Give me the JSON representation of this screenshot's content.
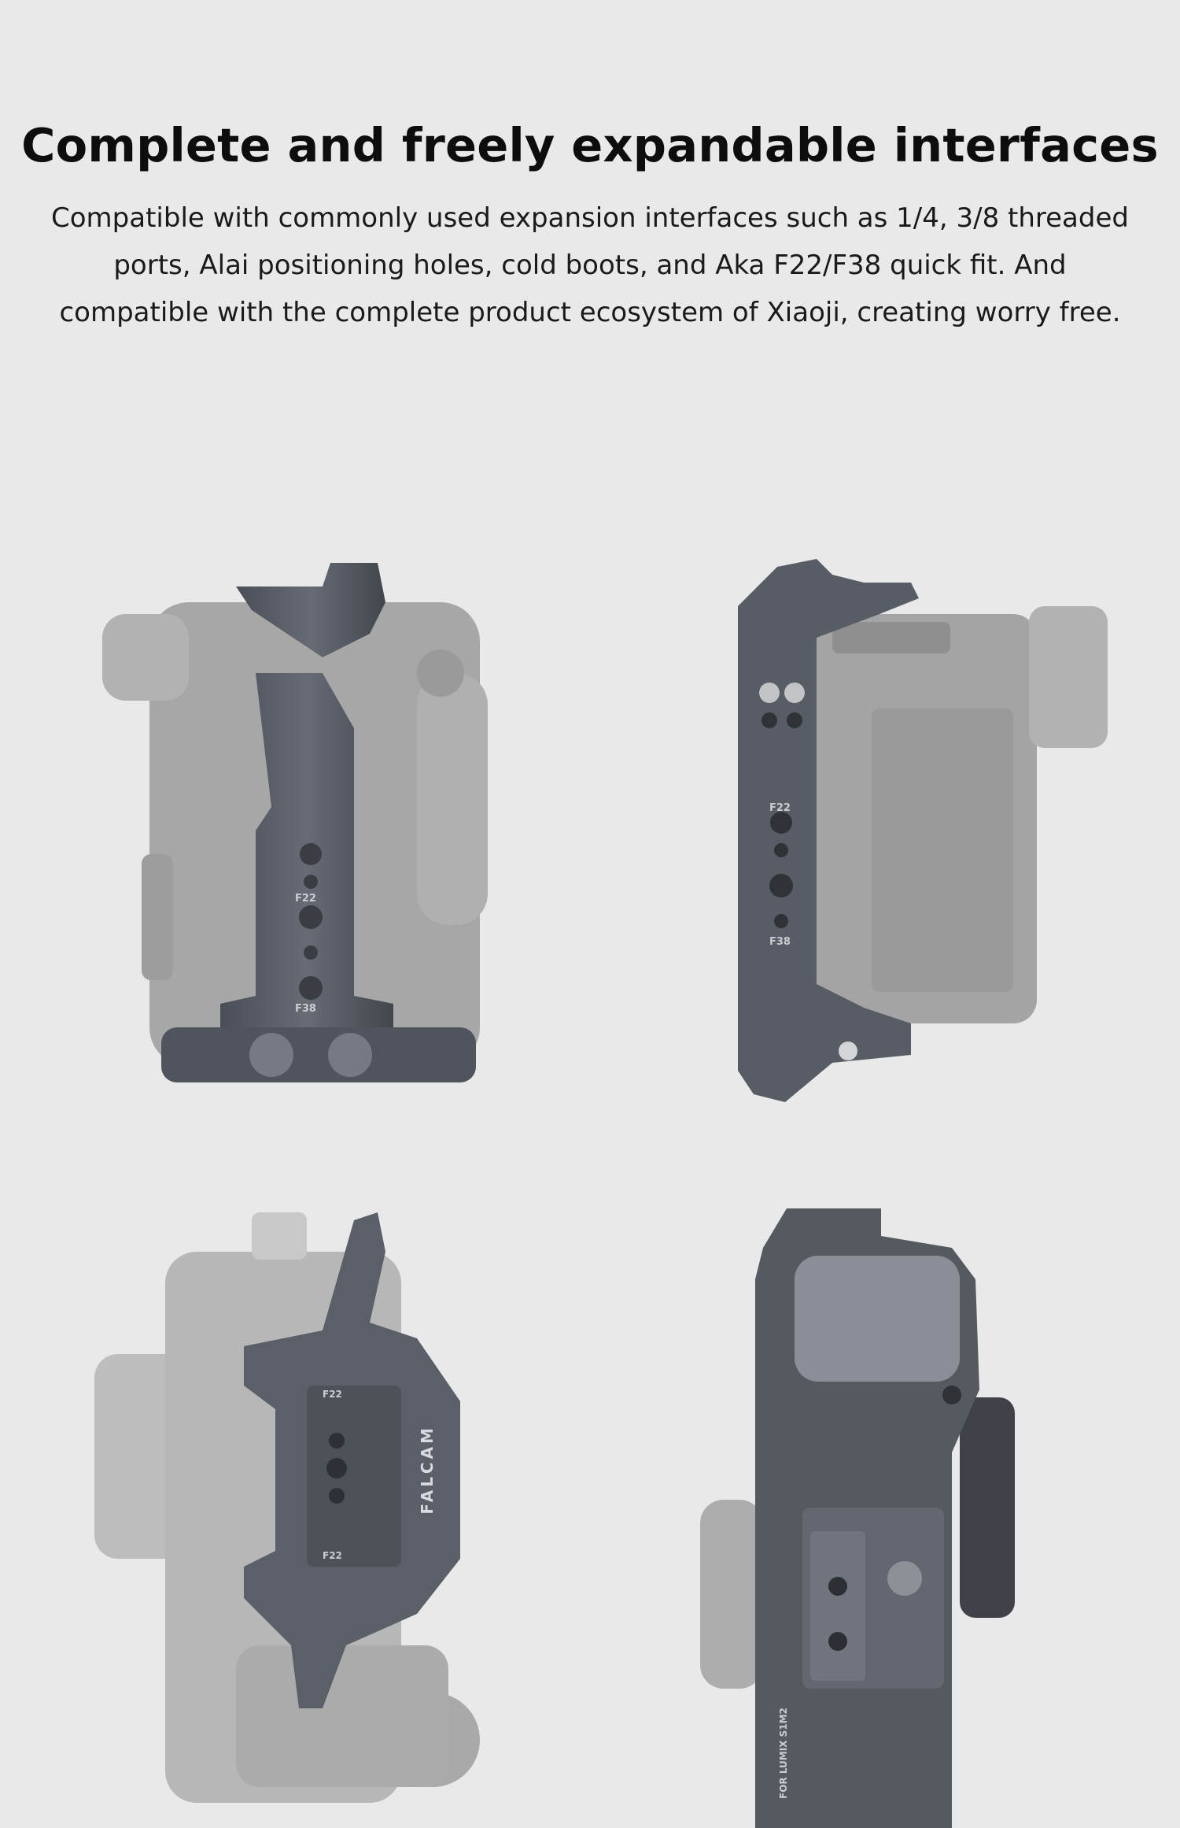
{
  "headline": "Complete and freely expandable interfaces",
  "description": {
    "line1": "Compatible with commonly used expansion interfaces such as 1/4, 3/8 threaded",
    "line2": "ports, Alai positioning holes, cold boots, and Aka F22/F38 quick fit. And",
    "line3": "compatible with the complete product ecosystem of Xiaoji, creating worry free."
  },
  "engravings": {
    "f22": "F22",
    "f38": "F38",
    "brand": "FALCAM",
    "model": "FOR LUMIX S1M2"
  },
  "colors": {
    "background": "#e9e9e9",
    "cage_metal": "#5a5e66",
    "camera_ghost": "#a9a9a9"
  }
}
